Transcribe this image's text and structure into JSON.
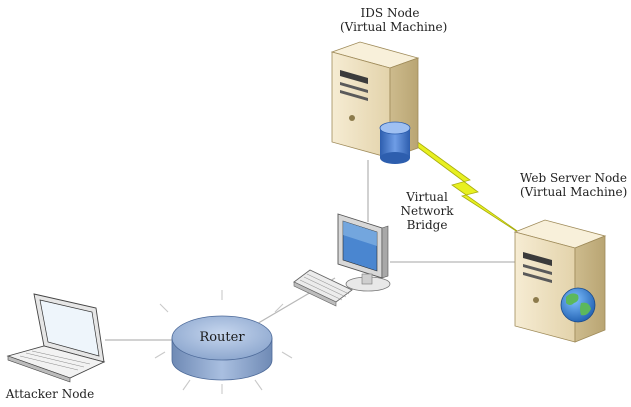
{
  "nodes": {
    "ids": {
      "line1": "IDS Node",
      "line2": "(Virtual Machine)"
    },
    "web": {
      "line1": "Web Server Node",
      "line2": "(Virtual Machine)"
    },
    "bridge": {
      "line1": "Virtual",
      "line2": "Network",
      "line3": "Bridge"
    },
    "router": {
      "label": "Router"
    },
    "attacker": {
      "label": "Attacker Node"
    }
  },
  "colors": {
    "server_body": "#efe3c4",
    "server_shade": "#c9b788",
    "router_blue": "#8fa9cf",
    "lightning": "#e8f020",
    "database": "#3f73c9",
    "globe": "#4a8fd8"
  },
  "icons": [
    "server-icon",
    "database-icon",
    "globe-icon",
    "monitor-icon",
    "keyboard-icon",
    "router-icon",
    "laptop-icon",
    "lightning-link-icon"
  ]
}
